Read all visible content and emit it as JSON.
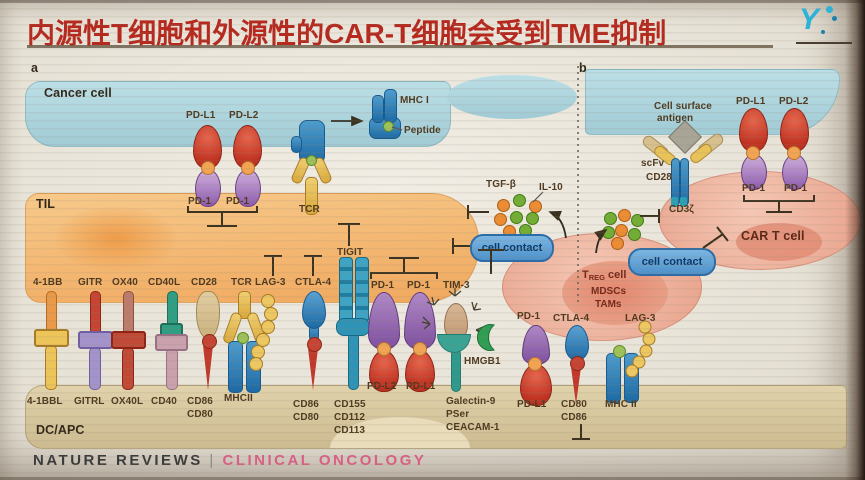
{
  "slide": {
    "title": "内源性T细胞和外源性的CAR-T细胞会受到TME抑制",
    "logo_text": "Y",
    "footer": {
      "journal": "NATURE REVIEWS",
      "separator": "|",
      "publication": "CLINICAL ONCOLOGY"
    }
  },
  "colors": {
    "title_red": "#b5291f",
    "cancer_cell_blue": "#aed4dc",
    "til_orange": "#f3b271",
    "dc_apc_tan": "#d8c8a0",
    "immune_cell_pink": "#eeb0a0",
    "cell_contact_blue": "#5b9bd5",
    "footer_pink": "#d95f84",
    "logo_cyan": "#2cb3da",
    "inhibitory_red": "#c0392b",
    "pd1_purple": "#8d5cad",
    "mhc_blue": "#2a7ab8",
    "cytokine_green": "#74ad35",
    "cytokine_orange": "#ec8c33"
  },
  "panel_a": {
    "label": "a",
    "cancer_cell_label": "Cancer cell",
    "til_label": "TIL",
    "dc_apc_label": "DC/APC",
    "mhc1_label": "MHC I",
    "peptide_label": "Peptide",
    "pdl1_top": "PD-L1",
    "pdl2_top": "PD-L2",
    "pd1_top_left": "PD-1",
    "pd1_top_right": "PD-1",
    "tcr_top_label": "TCR",
    "receptor_row": [
      "4-1BB",
      "GITR",
      "OX40",
      "CD40L",
      "CD28",
      "TCR",
      "LAG-3",
      "CTLA-4"
    ],
    "tigit_label": "TIGIT",
    "pd1_mid_left": "PD-1",
    "pd1_mid_right": "PD-1",
    "tim3_label": "TIM-3",
    "ligand_row": [
      "4-1BBL",
      "GITRL",
      "OX40L",
      "CD40"
    ],
    "cd86_1": "CD86",
    "cd80_1": "CD80",
    "mhcii_label": "MHCII",
    "cd86_2": "CD86",
    "cd80_2": "CD80",
    "cd155_label": "CD155",
    "cd112_label": "CD112",
    "cd113_label": "CD113",
    "pdl2_bottom": "PD-L2",
    "pdl1_bottom": "PD-L1",
    "galectin9_label": "Galectin-9",
    "pser_label": "PSer",
    "ceacam1_label": "CEACAM-1",
    "hmgb1_label": "HMGB1"
  },
  "middle": {
    "tgfb_label": "TGF-β",
    "il10_label": "IL-10",
    "cell_contact_left": "cell contact",
    "cell_contact_right": "cell contact"
  },
  "panel_b": {
    "label": "b",
    "cell_surface_antigen_line1": "Cell surface",
    "cell_surface_antigen_line2": "antigen",
    "scfv_label": "scFv",
    "cd28_label": "CD28",
    "cd3zeta_label": "CD3ζ",
    "pdl1_top": "PD-L1",
    "pdl2_top": "PD-L2",
    "pd1_left": "PD-1",
    "pd1_right": "PD-1",
    "car_t_cell_label": "CAR T cell",
    "treg_main": "T",
    "treg_sub": "REG",
    "treg_suffix": " cell",
    "mdscs_label": "MDSCs",
    "tams_label": "TAMs",
    "pd1_bottom": "PD-1",
    "ctla4_label": "CTLA-4",
    "lag3_label": "LAG-3",
    "pdl1_bottom": "PD-L1",
    "cd80_bottom": "CD80",
    "cd86_bottom": "CD86",
    "mhc2_label": "MHC II"
  }
}
